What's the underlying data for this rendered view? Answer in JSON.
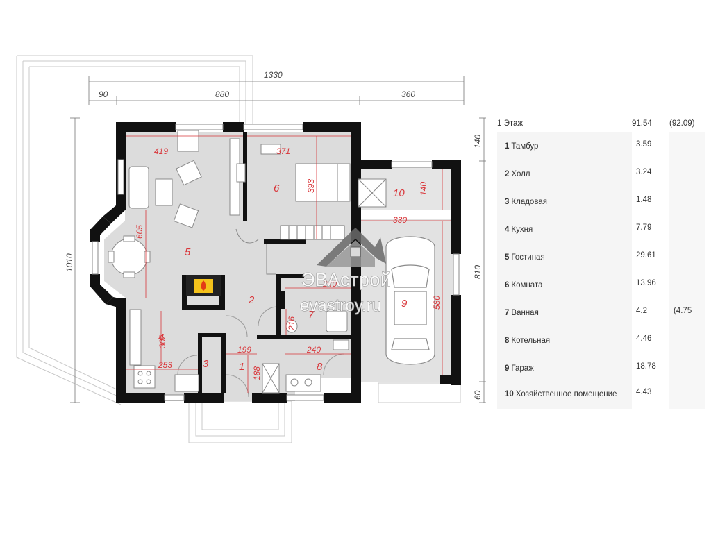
{
  "plan": {
    "dimensions": {
      "overall_width": "1330",
      "segment_left": "90",
      "segment_middle": "880",
      "segment_right": "360",
      "overall_height": "1010",
      "right_top": "140",
      "right_middle": "810",
      "right_bottom": "60"
    },
    "room_dims": {
      "d419": "419",
      "d371": "371",
      "d393": "393",
      "d605": "605",
      "d330": "330",
      "d140": "140",
      "d580": "580",
      "d240a": "240",
      "d216": "216",
      "d302": "302",
      "d199": "199",
      "d240b": "240",
      "d253": "253",
      "d188": "188"
    },
    "room_numbers": {
      "r1": "1",
      "r2": "2",
      "r3": "3",
      "r4": "4",
      "r5": "5",
      "r6": "6",
      "r7": "7",
      "r8": "8",
      "r9": "9",
      "r10": "10"
    },
    "watermark": {
      "brand": "ЭВАстрой",
      "site": "evastroy.ru"
    }
  },
  "legend": {
    "floor_label": "1 Этаж",
    "floor_area": "91.54",
    "floor_area_alt": "(92.09)",
    "rooms": [
      {
        "num": "1",
        "name": "Тамбур",
        "area": "3.59",
        "alt": ""
      },
      {
        "num": "2",
        "name": "Холл",
        "area": "3.24",
        "alt": ""
      },
      {
        "num": "3",
        "name": "Кладовая",
        "area": "1.48",
        "alt": ""
      },
      {
        "num": "4",
        "name": "Кухня",
        "area": "7.79",
        "alt": ""
      },
      {
        "num": "5",
        "name": "Гостиная",
        "area": "29.61",
        "alt": ""
      },
      {
        "num": "6",
        "name": "Комната",
        "area": "13.96",
        "alt": ""
      },
      {
        "num": "7",
        "name": "Ванная",
        "area": "4.2",
        "alt": "(4.75"
      },
      {
        "num": "8",
        "name": "Котельная",
        "area": "4.46",
        "alt": ""
      },
      {
        "num": "9",
        "name": "Гараж",
        "area": "18.78",
        "alt": ""
      },
      {
        "num": "10",
        "name": "Хозяйственное помещение",
        "area": "4.43",
        "alt": ""
      }
    ]
  }
}
